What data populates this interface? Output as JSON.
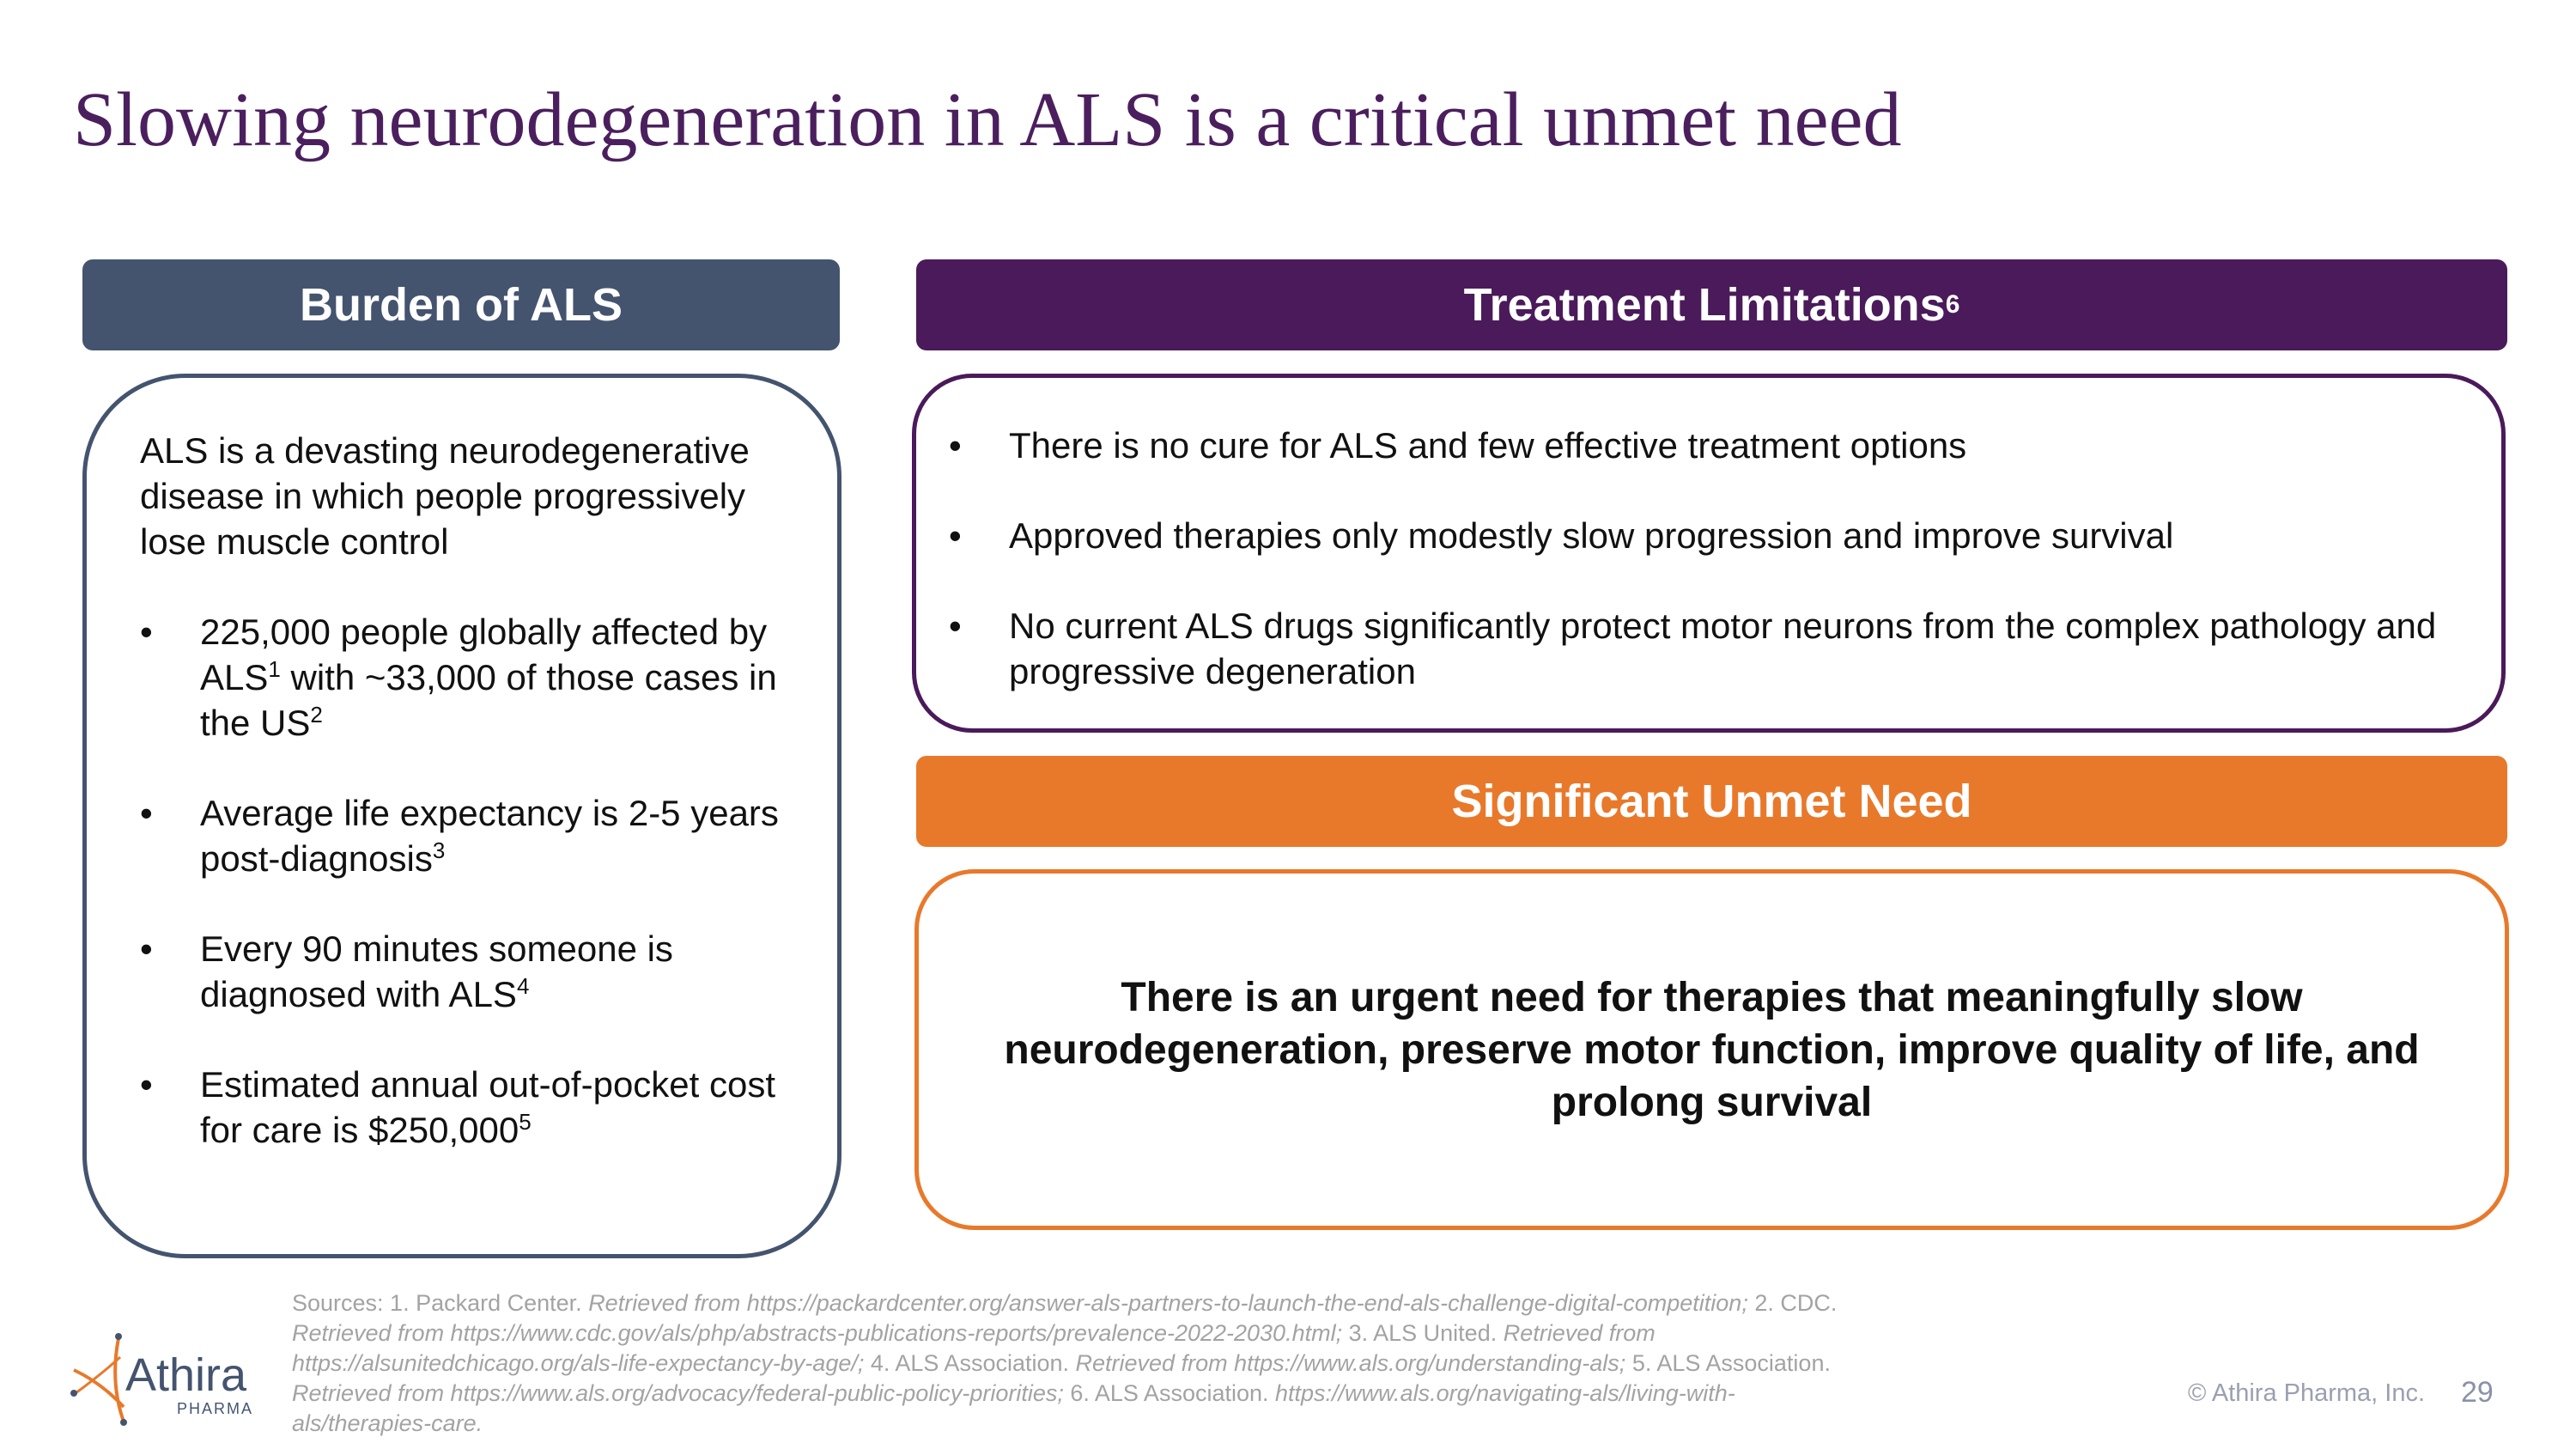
{
  "title": "Slowing neurodegeneration in ALS is a critical unmet need",
  "burden": {
    "header": "Burden of ALS",
    "intro": "ALS is a devasting neurodegenerative disease in which people progressively lose muscle control",
    "bullets": [
      {
        "a": "225,000 people globally affected by ALS",
        "s1": "1",
        "b": " with ~33,000 of those cases in the US",
        "s2": "2"
      },
      {
        "a": "Average life expectancy is 2-5 years post-diagnosis",
        "s1": "3"
      },
      {
        "a": "Every 90 minutes someone is diagnosed with ALS",
        "s1": "4"
      },
      {
        "a": "Estimated annual out-of-pocket cost for care is $250,000",
        "s1": "5"
      }
    ]
  },
  "treatment": {
    "header": "Treatment Limitations",
    "sup": "6",
    "bullets": [
      "There is no cure for ALS and few effective treatment options",
      "Approved therapies only modestly slow progression and improve survival",
      "No current ALS drugs significantly protect motor neurons from the complex pathology and progressive degeneration"
    ]
  },
  "unmet": {
    "header": "Significant Unmet Need",
    "text": "There is an urgent need for therapies that meaningfully slow neurodegeneration, preserve motor function, improve quality of life, and prolong survival"
  },
  "sources": [
    {
      "t": "Sources: 1. Packard Center. ",
      "i": "Retrieved from https://packardcenter.org/answer-als-partners-to-launch-the-end-als-challenge-digital-competition;"
    },
    {
      "t": " 2. CDC. ",
      "i": "Retrieved from https://www.cdc.gov/als/php/abstracts-publications-reports/prevalence-2022-2030.html;"
    },
    {
      "t": " 3. ALS United. ",
      "i": "Retrieved from https://alsunitedchicago.org/als-life-expectancy-by-age/;"
    },
    {
      "t": "  4. ALS Association. ",
      "i": "Retrieved from https://www.als.org/understanding-als;"
    },
    {
      "t": " 5. ALS Association. ",
      "i": "Retrieved from https://www.als.org/advocacy/federal-public-policy-priorities;"
    },
    {
      "t": " 6. ALS Association. ",
      "i": "https://www.als.org/navigating-als/living-with-als/therapies-care."
    }
  ],
  "logo": {
    "name": "Athira",
    "sub": "PHARMA"
  },
  "footer": {
    "copyright": "© Athira Pharma, Inc.",
    "page": "29"
  },
  "colors": {
    "title": "#4b1f5e",
    "burden": "#44546f",
    "treatment": "#4a1a5a",
    "unmet": "#e8792b"
  }
}
